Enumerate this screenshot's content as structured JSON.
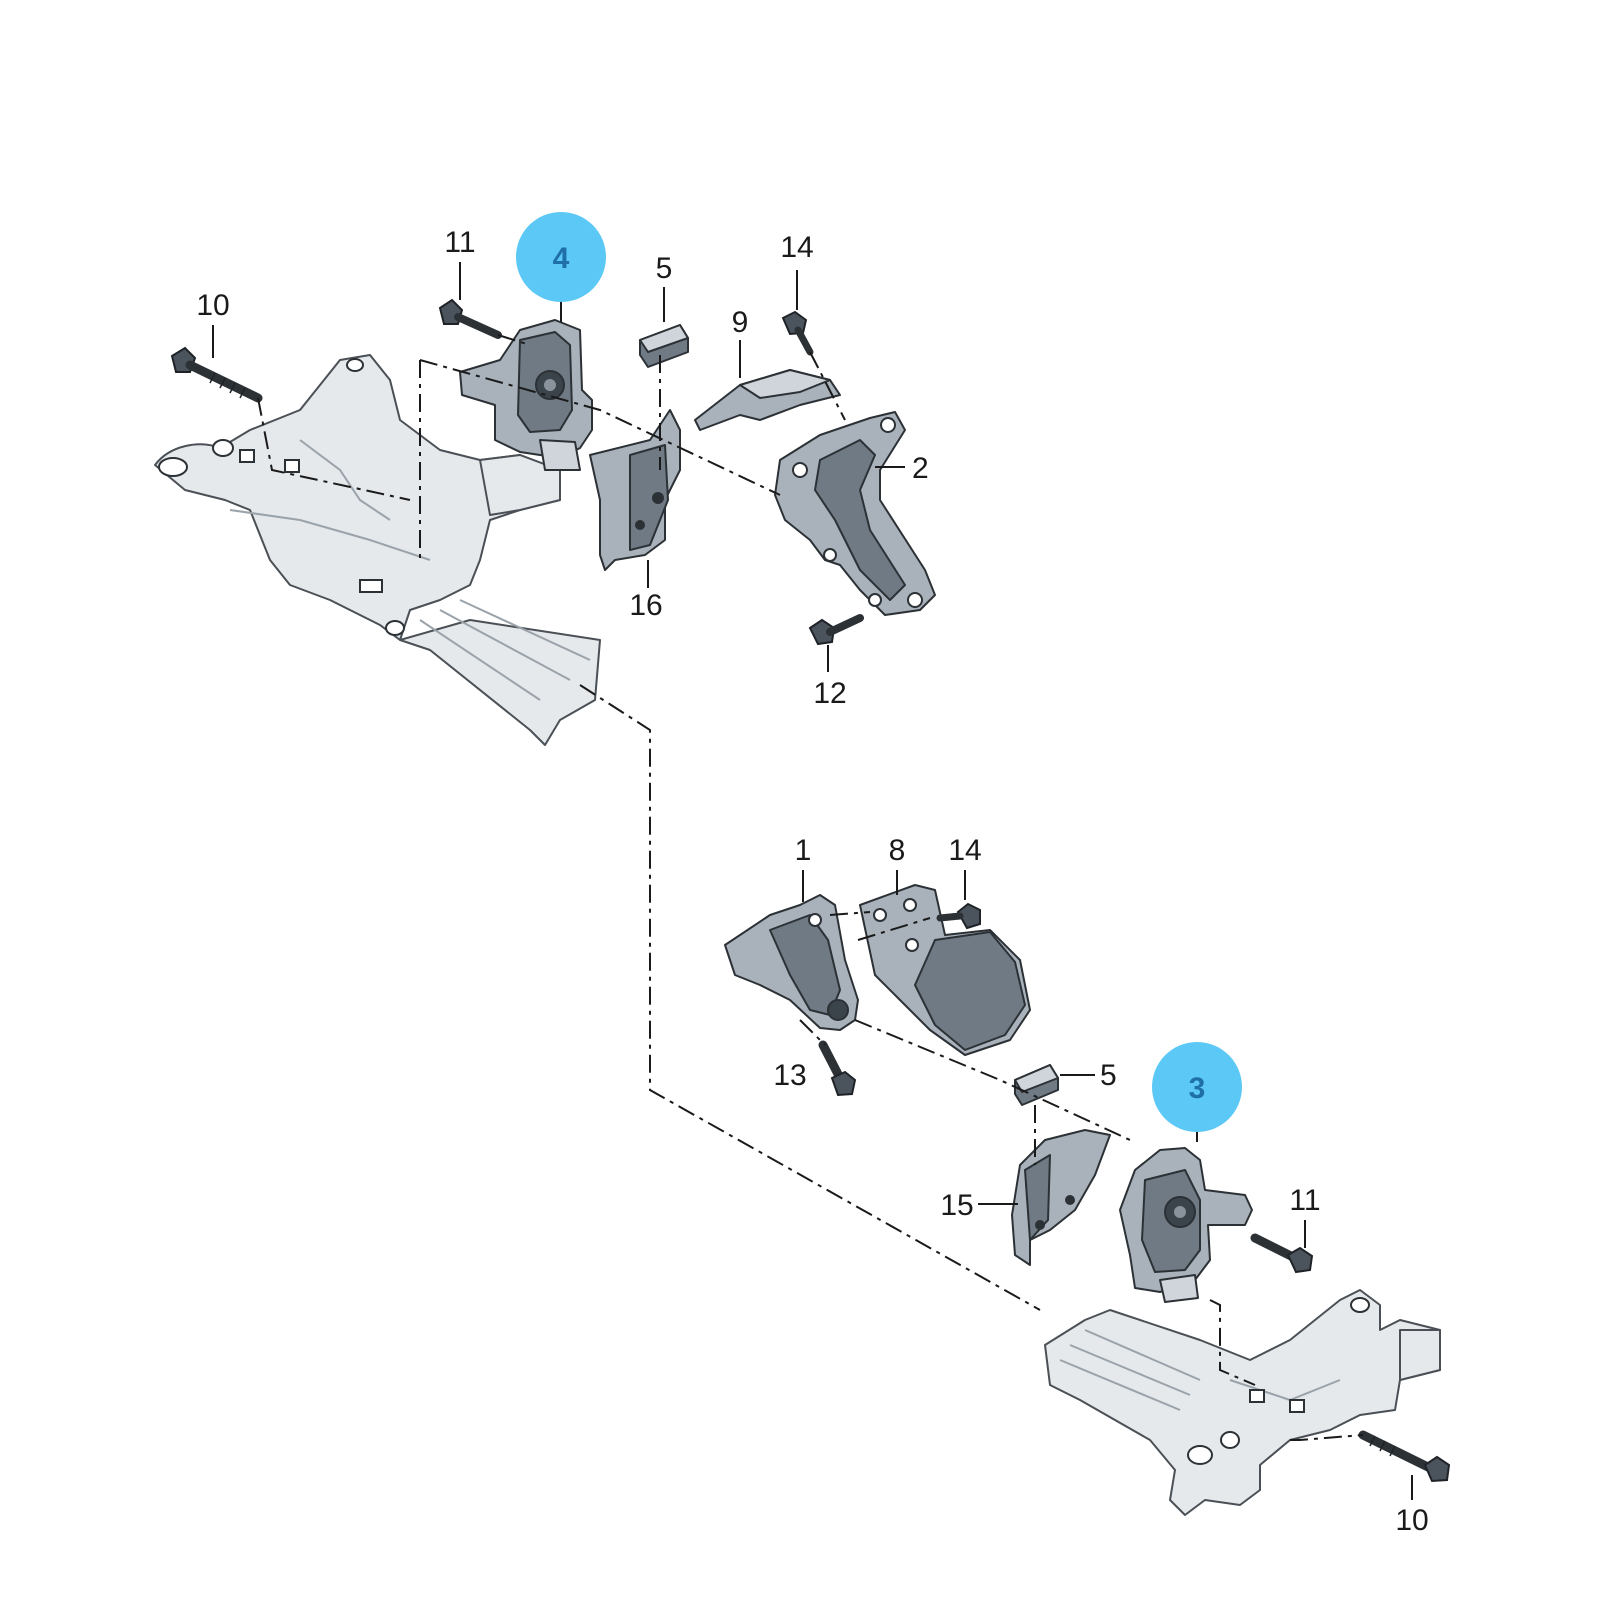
{
  "diagram": {
    "colors": {
      "badge_fill": "#5cc8f5",
      "badge_text": "#1f6fa8",
      "part_light": "#cfd5db",
      "part_dark": "#6f7a84",
      "line": "#1a1a1a"
    },
    "upper_group": {
      "badge": "4",
      "callouts": {
        "c10": "10",
        "c11": "11",
        "c5": "5",
        "c9": "9",
        "c14": "14",
        "c2": "2",
        "c16": "16",
        "c12": "12"
      }
    },
    "lower_group": {
      "badge": "3",
      "callouts": {
        "c1": "1",
        "c8": "8",
        "c14": "14",
        "c13": "13",
        "c5": "5",
        "c15": "15",
        "c11": "11",
        "c10": "10"
      }
    }
  }
}
